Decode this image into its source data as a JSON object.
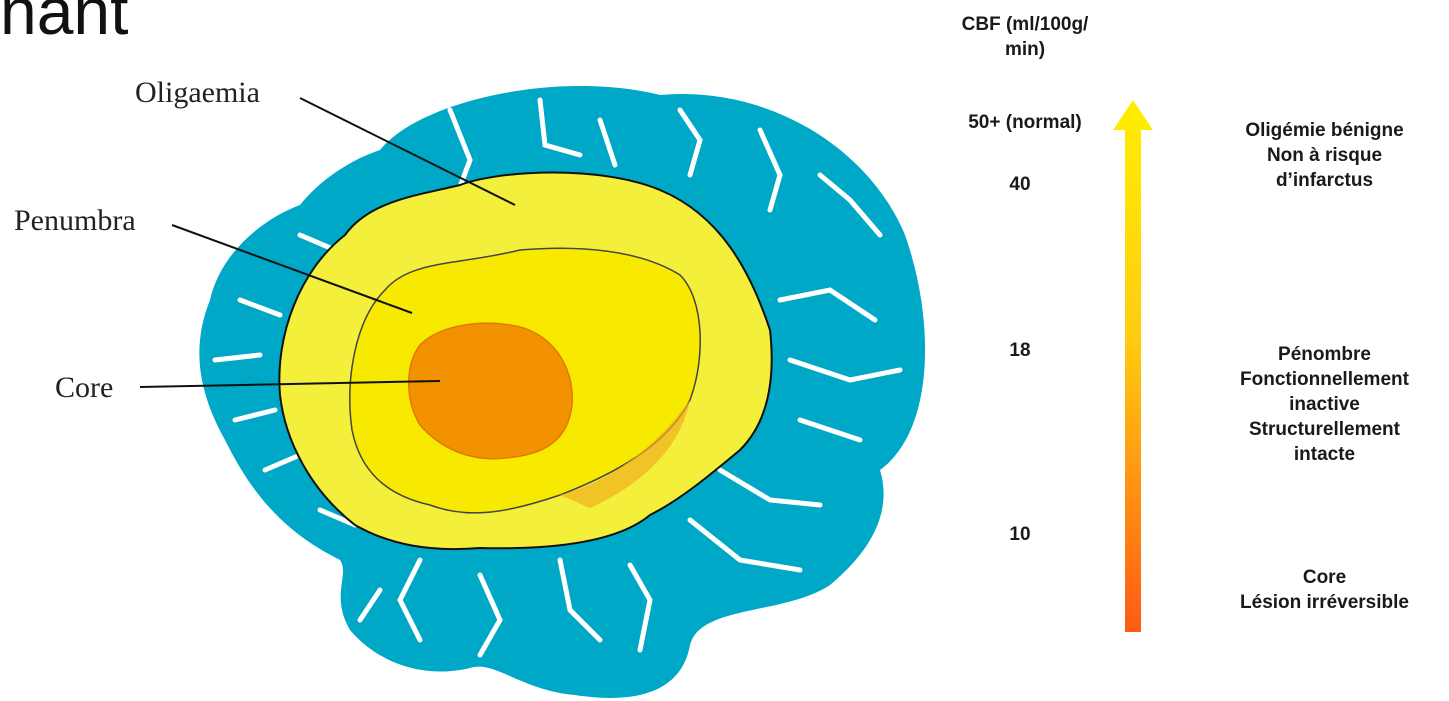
{
  "title": "nant",
  "labels": {
    "oligaemia": "Oligaemia",
    "penumbra": "Penumbra",
    "core": "Core"
  },
  "scale": {
    "title_line1": "CBF (ml/100g/",
    "title_line2": "min)",
    "values": [
      "50+ (normal)",
      "40",
      "18",
      "10"
    ]
  },
  "zones": {
    "oligemia": [
      "Oligémie bénigne",
      "Non à risque",
      "d’infarctus"
    ],
    "penumbra": [
      "Pénombre",
      "Fonctionnellement",
      "inactive",
      "Structurellement",
      "intacte"
    ],
    "core": [
      "Core",
      "Lésion irréversible"
    ]
  },
  "colors": {
    "brain": "#00a8c8",
    "oligaemia": "#f4ef3a",
    "penumbra": "#f7ea00",
    "core": "#f39200",
    "arrow_top": "#ffee00",
    "arrow_bottom": "#ff5a14"
  }
}
